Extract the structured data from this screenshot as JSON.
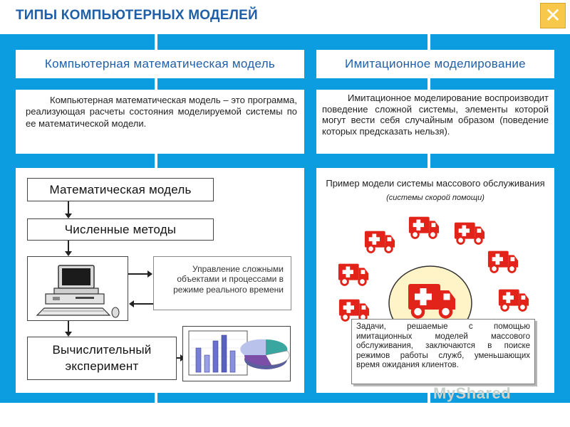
{
  "page": {
    "title": "ТИПЫ КОМПЬЮТЕРНЫХ МОДЕЛЕЙ",
    "close_glyph": "✕"
  },
  "colors": {
    "band": "#0b9de0",
    "title": "#1f5fa8",
    "close_button": "#f7c84a",
    "ambulance_red": "#e2231a"
  },
  "left": {
    "header": "Компьютерная математическая модель",
    "description": "Компьютерная математическая модель – это программа, реализующая расчеты состояния моделируемой системы по ее математической модели.",
    "flow": {
      "math_model": "Математическая модель",
      "numerical_methods": "Численные методы",
      "control_text": "Управление сложными объектами и процессами в режиме реального времени",
      "experiment_line1": "Вычислительный",
      "experiment_line2": "эксперимент"
    }
  },
  "right": {
    "header": "Имитационное моделирование",
    "description": "Имитационное моделирование воспроизводит поведение сложной системы, элементы которой могут вести себя случайным образом (поведение которых предсказать нельзя).",
    "example_title": "Пример модели системы массового обслуживания",
    "example_note": "(системы скорой помощи)",
    "tasks": "Задачи, решаемые с помощью имитационных моделей массового обслуживания, заключаются в поиске режимов работы служб, уменьшающих время ожидания клиентов."
  },
  "icons": {
    "close": "close-icon",
    "computer": "computer-icon",
    "charts": "charts-icon",
    "ambulance": "ambulance-icon"
  },
  "watermark": "MyShared"
}
